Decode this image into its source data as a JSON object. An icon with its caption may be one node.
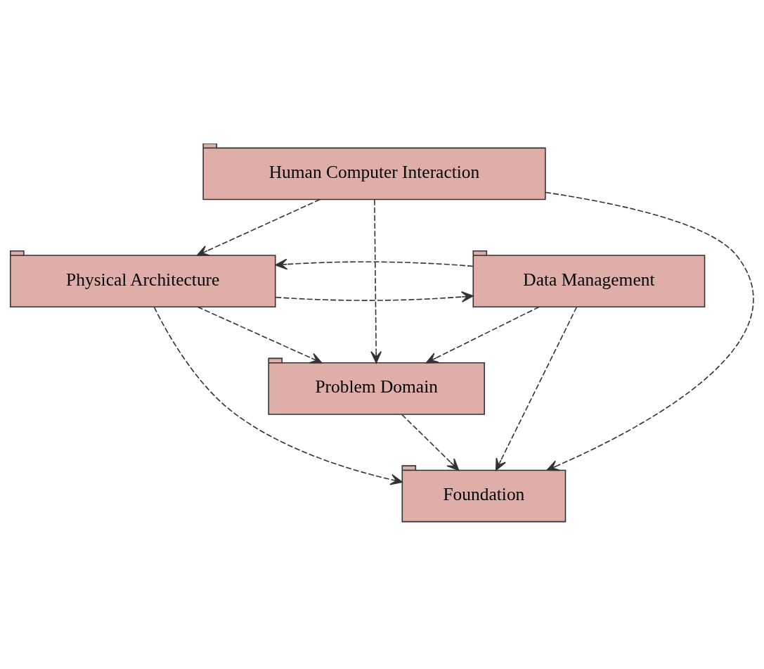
{
  "diagram": {
    "nodes": [
      {
        "text": [
          "Human Computer Interaction"
        ]
      },
      {
        "text": [
          "Problem Domain"
        ]
      },
      {
        "text": [
          "Physical Architecture"
        ]
      },
      {
        "text": [
          "Data Management"
        ]
      },
      {
        "text": [
          "Foundation"
        ]
      }
    ],
    "edges": [
      {
        "from": 0,
        "to": 4,
        "arrow": "to",
        "style": "dashed"
      },
      {
        "from": 0,
        "to": 2,
        "arrow": "to",
        "style": "dashed"
      },
      {
        "from": 0,
        "to": 1,
        "arrow": "to",
        "style": "dashed"
      },
      {
        "from": 2,
        "to": 1,
        "arrow": "to",
        "style": "dashed"
      },
      {
        "from": 3,
        "to": 1,
        "arrow": "to",
        "style": "dashed"
      },
      {
        "from": 1,
        "to": 4,
        "arrow": "to",
        "style": "dashed"
      },
      {
        "from": 2,
        "to": 3,
        "arrow": "to",
        "style": "dashed"
      },
      {
        "from": 3,
        "to": 2,
        "arrow": "to",
        "style": "dashed"
      },
      {
        "from": 2,
        "to": 4,
        "arrow": "to",
        "style": "dashed"
      },
      {
        "from": 3,
        "to": 4,
        "arrow": "to",
        "style": "dashed"
      }
    ]
  }
}
